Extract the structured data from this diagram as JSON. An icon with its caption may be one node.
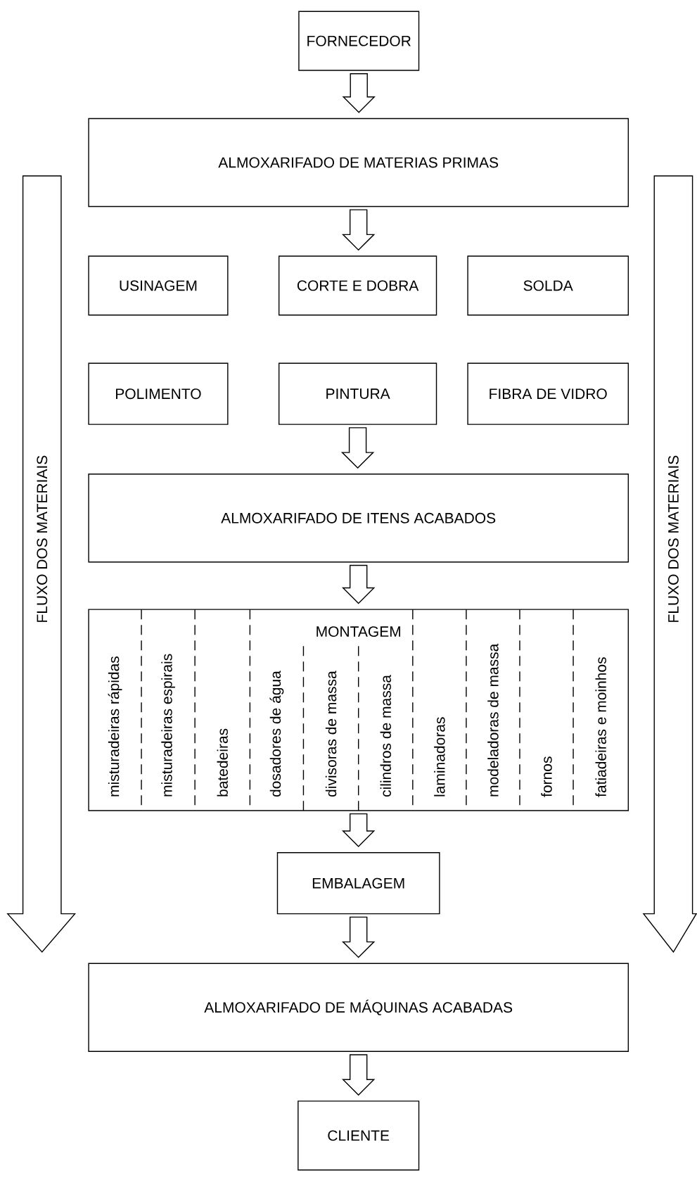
{
  "diagram": {
    "nodes": [
      {
        "text": [
          "FORNECEDOR"
        ]
      },
      {
        "text": [
          "ALMOXARIFADO DE MATERIAS PRIMAS"
        ]
      },
      {
        "text": [
          "USINAGEM"
        ]
      },
      {
        "text": [
          "CORTE E DOBRA"
        ]
      },
      {
        "text": [
          "SOLDA"
        ]
      },
      {
        "text": [
          "POLIMENTO"
        ]
      },
      {
        "text": [
          "PINTURA"
        ]
      },
      {
        "text": [
          "FIBRA DE VIDRO"
        ]
      },
      {
        "text": [
          "ALMOXARIFADO DE ITENS ACABADOS"
        ]
      },
      {
        "text": [
          "MONTAGEM"
        ]
      },
      {
        "text": [
          "misturadeiras rápidas"
        ],
        "in": 9
      },
      {
        "text": [
          "misturadeiras espirais"
        ],
        "in": 9
      },
      {
        "text": [
          "batedeiras"
        ],
        "in": 9
      },
      {
        "text": [
          "dosadores de água"
        ],
        "in": 9
      },
      {
        "text": [
          "divisoras de massa"
        ],
        "in": 9
      },
      {
        "text": [
          "cilindros de massa"
        ],
        "in": 9
      },
      {
        "text": [
          "laminadoras"
        ],
        "in": 9
      },
      {
        "text": [
          "modeladoras de massa"
        ],
        "in": 9
      },
      {
        "text": [
          "fornos"
        ],
        "in": 9
      },
      {
        "text": [
          "fatiadeiras e moinhos"
        ],
        "in": 9
      },
      {
        "text": [
          "EMBALAGEM"
        ]
      },
      {
        "text": [
          "ALMOXARIFADO DE MÁQUINAS ACABADAS"
        ]
      },
      {
        "text": [
          "CLIENTE"
        ]
      }
    ],
    "edges": [
      {
        "from": 0,
        "to": 1,
        "arrow": "to"
      },
      {
        "from": 1,
        "to": 3,
        "arrow": "to"
      },
      {
        "from": 6,
        "to": 8,
        "arrow": "to"
      },
      {
        "from": 8,
        "to": 9,
        "arrow": "to"
      },
      {
        "from": 9,
        "to": 20,
        "arrow": "to"
      },
      {
        "from": 20,
        "to": 21,
        "arrow": "to"
      },
      {
        "from": 21,
        "to": 22,
        "arrow": "to"
      }
    ],
    "labels": [
      "FLUXO DOS MATERIAIS",
      "FLUXO DOS MATERIAIS"
    ]
  }
}
